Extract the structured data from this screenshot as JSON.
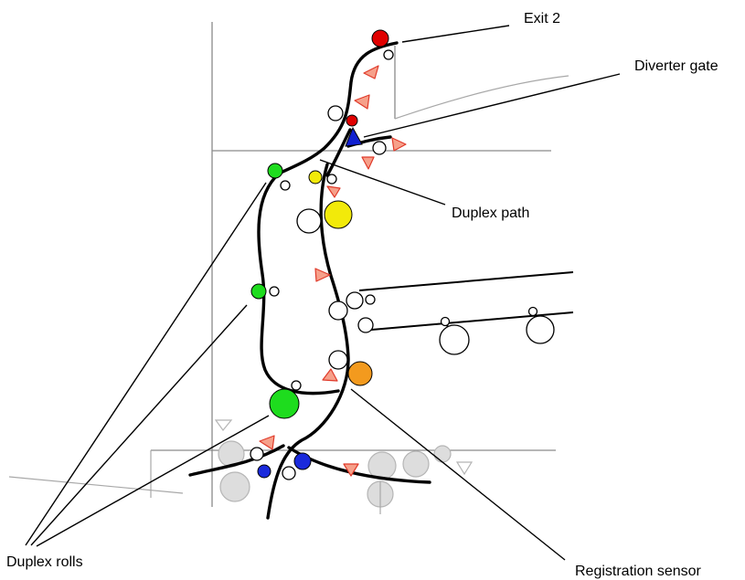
{
  "labels": {
    "exit2": "Exit 2",
    "diverter_gate": "Diverter gate",
    "duplex_path": "Duplex path",
    "duplex_rolls": "Duplex rolls",
    "registration_sensor": "Registration sensor"
  },
  "colors": {
    "exit_roll": "#e00000",
    "diverter": "#1020d0",
    "duplex_roll": "#1edc1e",
    "sensor_yellow": "#f2ea0a",
    "registration_sensor": "#f39a1e",
    "feed_roll_blue": "#1a2adc",
    "arrow_fill": "#f6a08a",
    "arrow_stroke": "#e03a2a"
  }
}
